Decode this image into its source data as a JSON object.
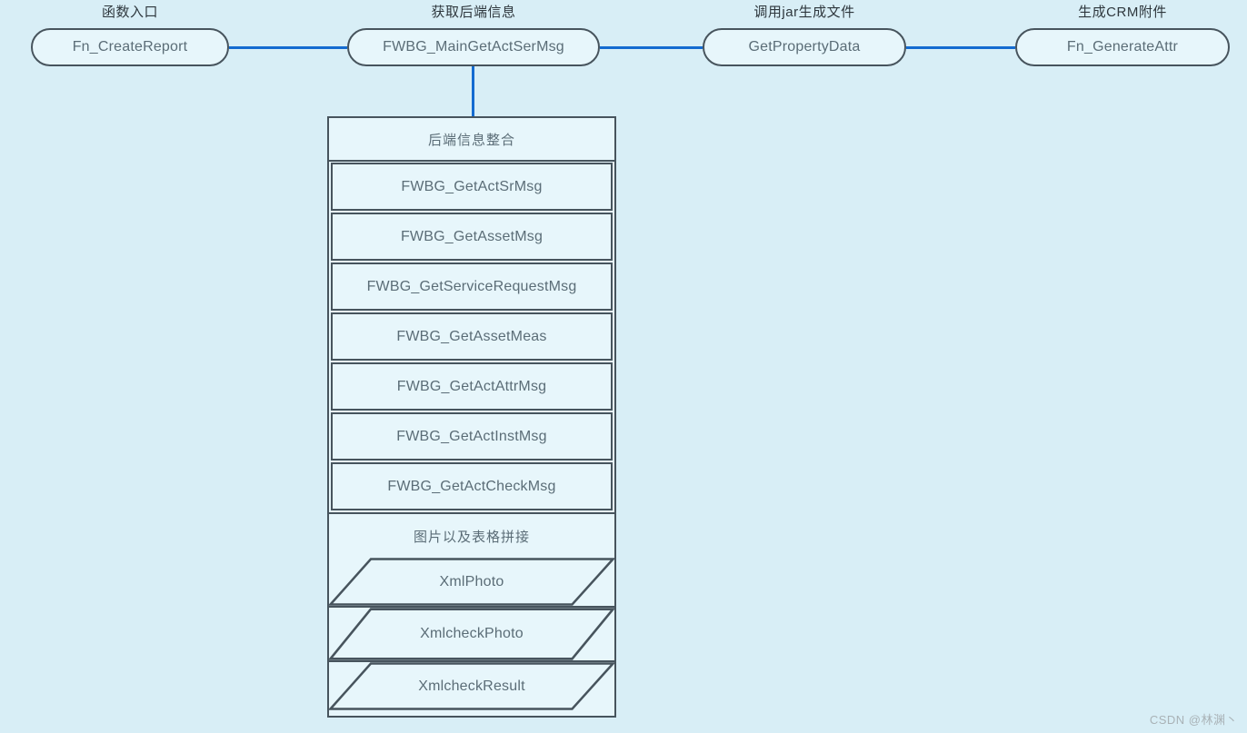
{
  "page": {
    "watermark": "CSDN @林渊丶",
    "background_color": "#d8eef6"
  },
  "colors": {
    "node_fill": "#e7f6fb",
    "stroke": "#47545d",
    "connector_blue": "#146bd0",
    "node_text": "#5b6d77",
    "title_text": "#2e373d"
  },
  "pipeline": {
    "nodes": [
      {
        "title": "函数入口",
        "label": "Fn_CreateReport"
      },
      {
        "title": "获取后端信息",
        "label": "FWBG_MainGetActSerMsg"
      },
      {
        "title": "调用jar生成文件",
        "label": "GetPropertyData"
      },
      {
        "title": "生成CRM附件",
        "label": "Fn_GenerateAttr"
      }
    ]
  },
  "stack": {
    "section1": {
      "header": "后端信息整合",
      "items": [
        "FWBG_GetActSrMsg",
        "FWBG_GetAssetMsg",
        "FWBG_GetServiceRequestMsg",
        "FWBG_GetAssetMeas",
        "FWBG_GetActAttrMsg",
        "FWBG_GetActInstMsg",
        "FWBG_GetActCheckMsg"
      ]
    },
    "section2": {
      "header": "图片以及表格拼接",
      "items": [
        "XmlPhoto",
        "XmlcheckPhoto",
        "XmlcheckResult"
      ]
    }
  }
}
